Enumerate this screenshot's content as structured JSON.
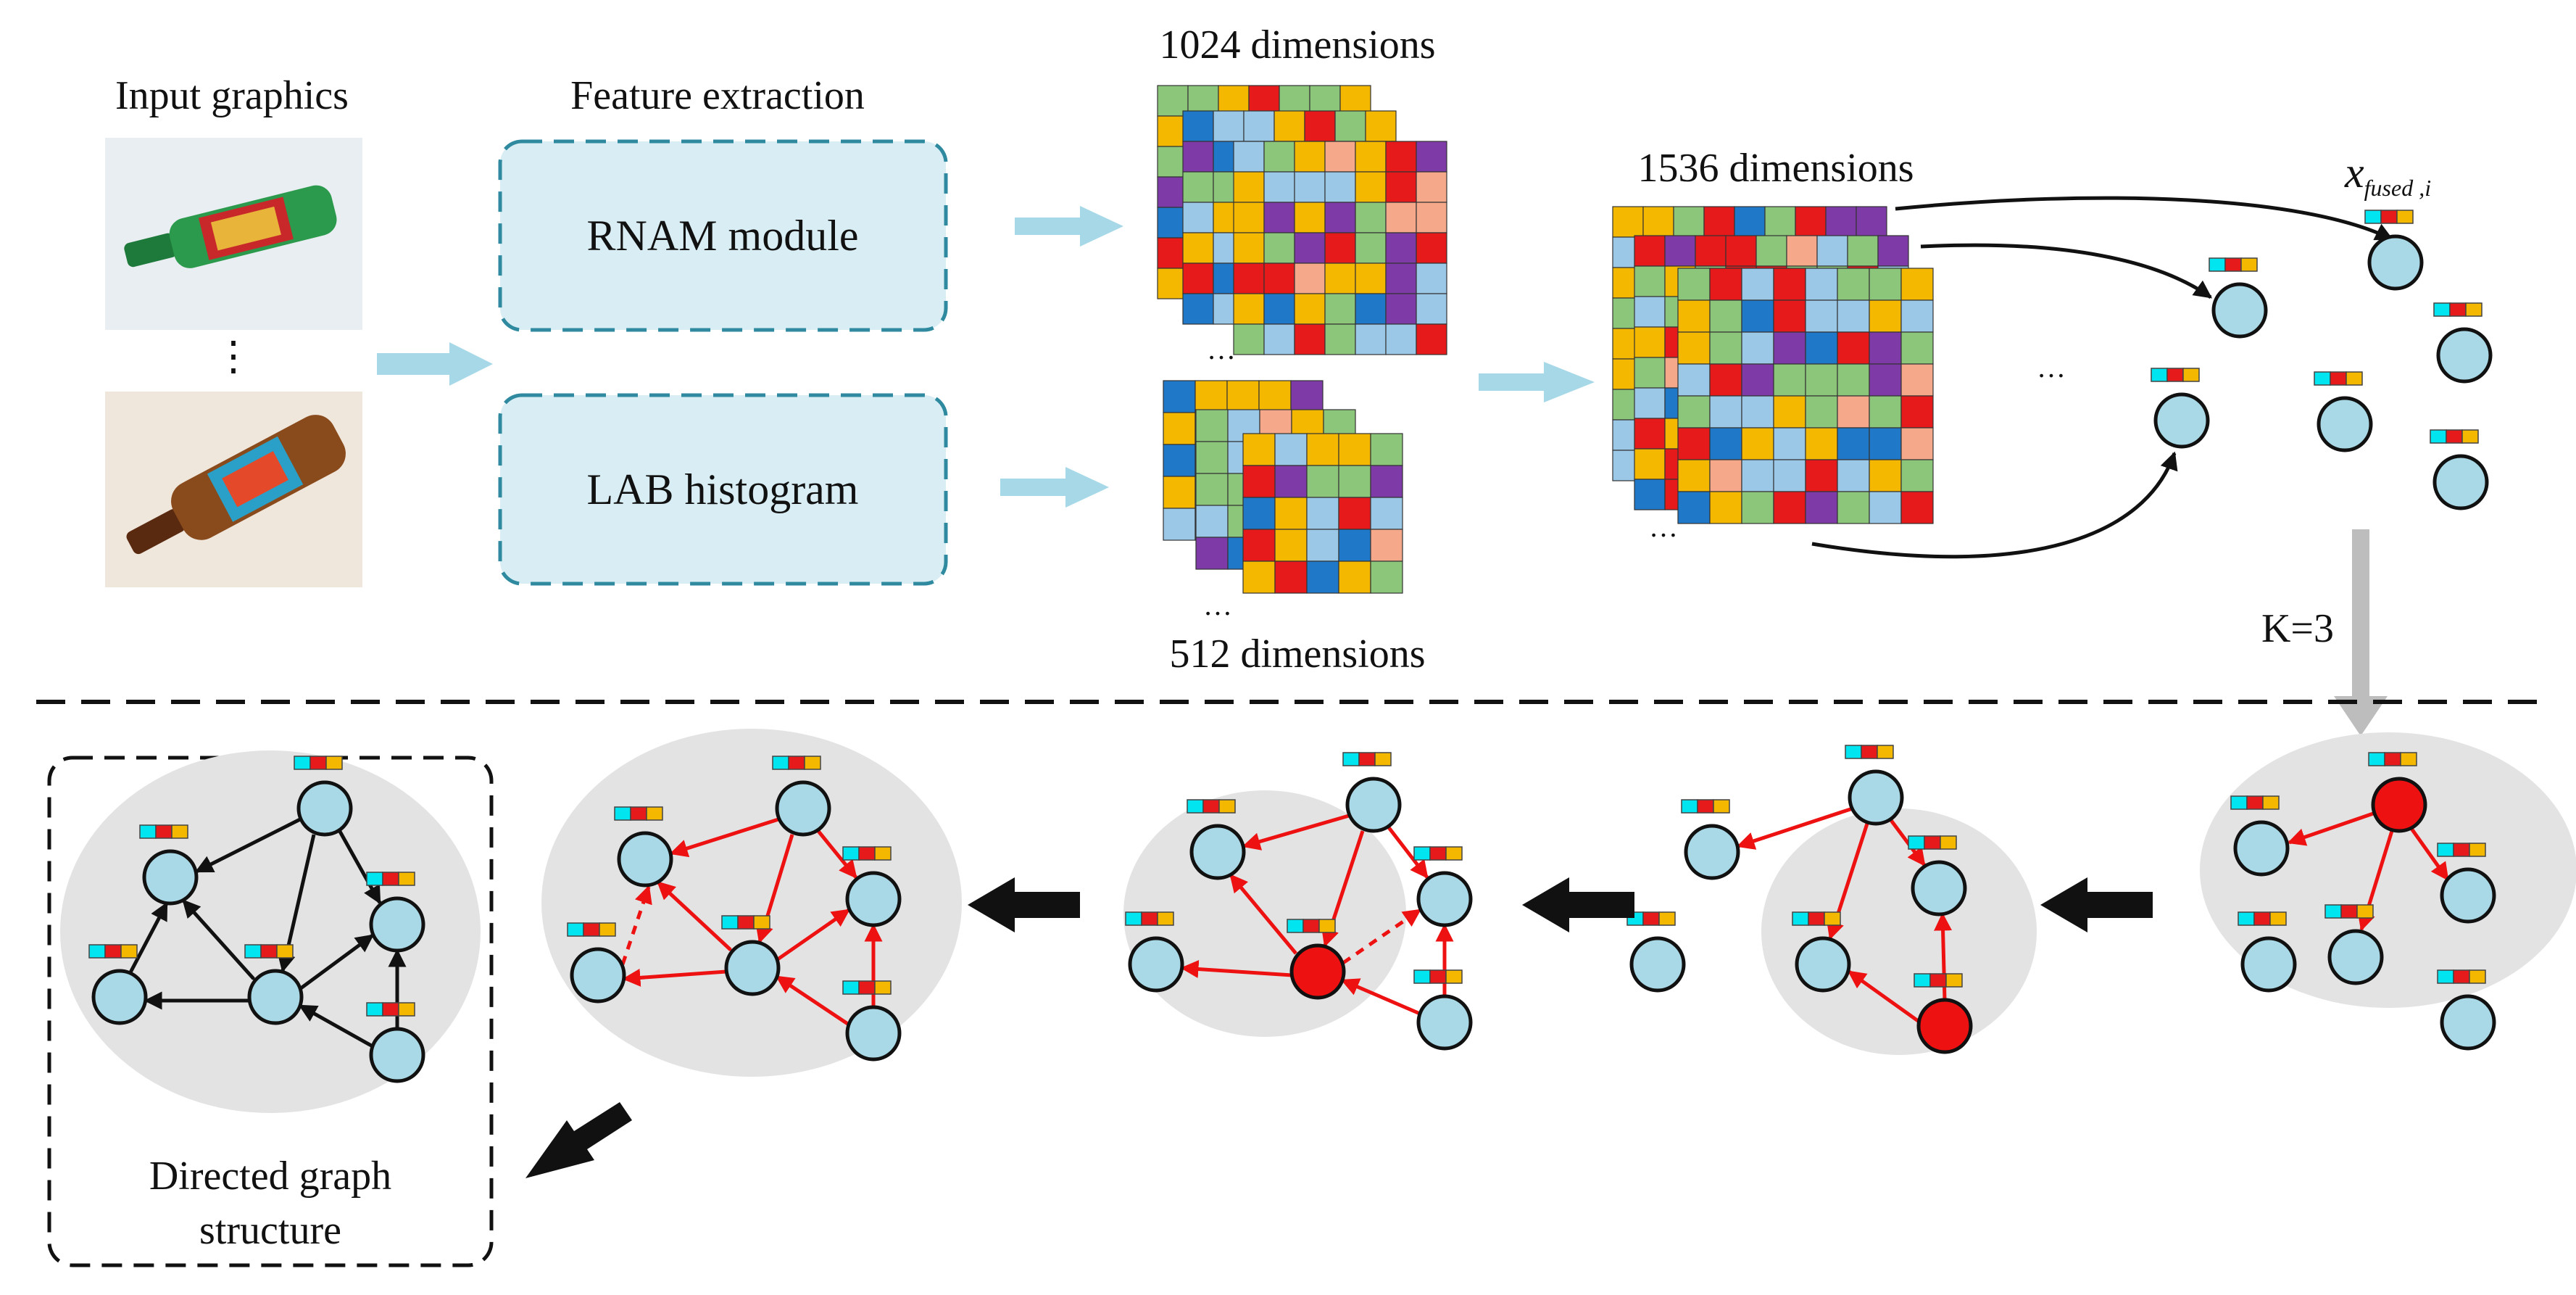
{
  "labels": {
    "input": "Input graphics",
    "feature": "Feature extraction",
    "rnam": "RNAM module",
    "lab": "LAB histogram",
    "dim1024": "1024 dimensions",
    "dim512": "512 dimensions",
    "dim1536": "1536 dimensions",
    "xfused_main": "x",
    "xfused_sub": "fused ,i",
    "k": "K=3",
    "directed_line1": "Directed graph",
    "directed_line2": "structure",
    "ellipsis": "…",
    "vdots": "⋮"
  },
  "colors": {
    "node": "#a9d9e6",
    "node_highlight": "#ee1111",
    "edge_red": "#ee1111",
    "edge_black": "#111111",
    "arrow_light": "#a6d8e8",
    "arrow_gray": "#bdbdbd",
    "box_fill": "#d9eef4",
    "box_border": "#2f8aa0",
    "group_bg": "#e3e3e3",
    "palette": [
      "#7e3aa6",
      "#f5b800",
      "#e61a1a",
      "#1f78c8",
      "#8cc67a",
      "#9cc8e8",
      "#f6a98a",
      "#00e5f0",
      "#d8611a"
    ]
  }
}
